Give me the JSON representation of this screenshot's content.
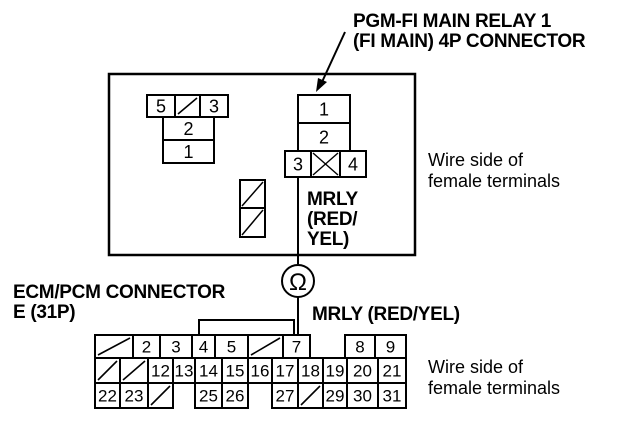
{
  "relay_connector": {
    "title_line1": "PGM-FI MAIN RELAY 1",
    "title_line2": "(FI MAIN) 4P CONNECTOR",
    "left_block": {
      "top_row": [
        "5",
        "/",
        "3"
      ],
      "rows": [
        "2",
        "1"
      ]
    },
    "right_block": {
      "rows": [
        "1",
        "2"
      ],
      "bottom_row": [
        "3",
        "X",
        "4"
      ]
    },
    "wire_label_line1": "MRLY",
    "wire_label_line2": "(RED/",
    "wire_label_line3": "YEL)",
    "side_note_line1": "Wire side of",
    "side_note_line2": "female terminals"
  },
  "meter": {
    "symbol": "Ω",
    "icon": "ohmmeter-icon"
  },
  "ecm_connector": {
    "title_line1": "ECM/PCM CONNECTOR",
    "title_line2": "E (31P)",
    "wire_label": "MRLY (RED/YEL)",
    "row1": [
      "/",
      "2",
      "3",
      "4",
      "5",
      "/",
      "7",
      "",
      "8",
      "9"
    ],
    "row2": [
      "/",
      "/",
      "12",
      "13",
      "14",
      "15",
      "16",
      "17",
      "18",
      "19",
      "20",
      "21"
    ],
    "row3": [
      "22",
      "23",
      "/",
      "",
      "25",
      "26",
      "",
      "27",
      "/",
      "29",
      "30",
      "31"
    ],
    "side_note_line1": "Wire side of",
    "side_note_line2": "female terminals"
  }
}
